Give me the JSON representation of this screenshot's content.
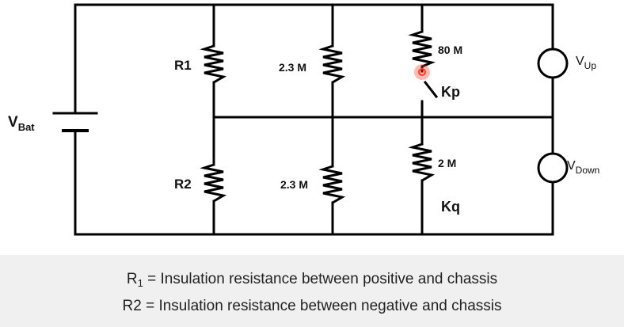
{
  "diagram": {
    "labels": {
      "vbat": "V",
      "vbat_sub": "Bat",
      "r1": "R1",
      "r2": "R2",
      "r_top_mid": "2.3 M",
      "r_bot_mid": "2.3 M",
      "r_top_right": "80 M",
      "r_bot_right": "2 M",
      "kp": "Kp",
      "kq": "Kq",
      "vup": "V",
      "vup_sub": "Up",
      "vdown": "V",
      "vdown_sub": "Down"
    },
    "colors": {
      "wire": "#000000",
      "highlight": "#ff3b1f",
      "footer_bg": "#f0f0f0",
      "caption_text": "#222222"
    }
  },
  "captions": {
    "line1": {
      "symbol": "R",
      "subscript": "1",
      "text": " = Insulation resistance between positive and chassis"
    },
    "line2": {
      "text": "R2 = Insulation resistance between negative and chassis"
    }
  }
}
